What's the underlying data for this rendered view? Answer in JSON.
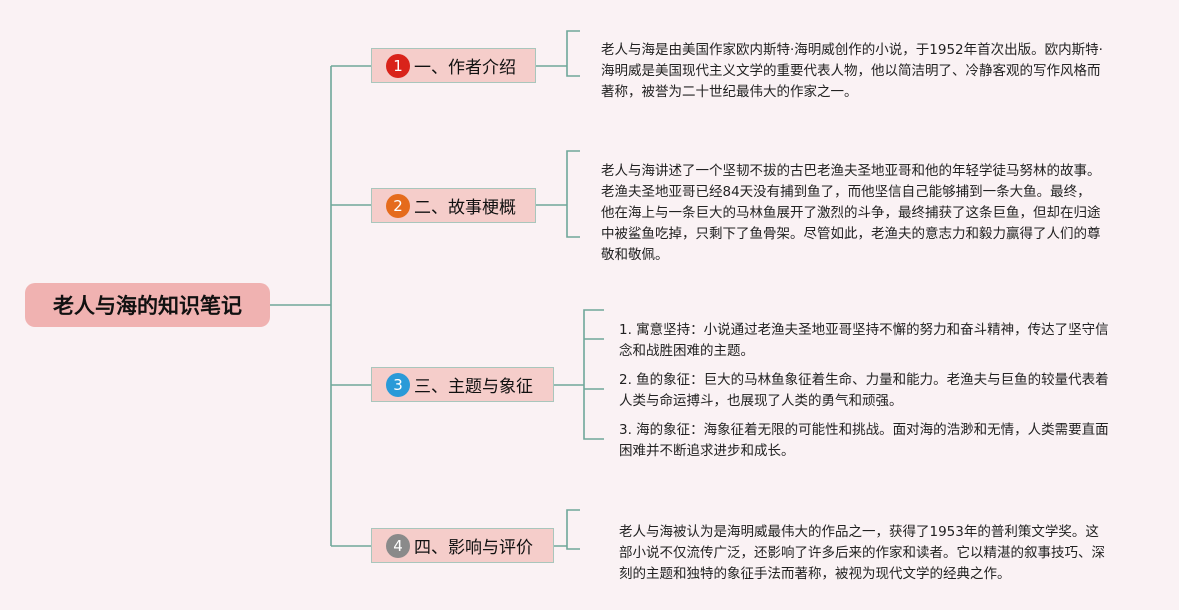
{
  "root": {
    "title": "老人与海的知识笔记"
  },
  "sections": [
    {
      "number": "1",
      "label": "一、作者介绍",
      "color": "#d9231a",
      "text": "老人与海是由美国作家欧内斯特·海明威创作的小说，于1952年首次出版。欧内斯特·海明威是美国现代主义文学的重要代表人物，他以简洁明了、冷静客观的写作风格而著称，被誉为二十世纪最伟大的作家之一。"
    },
    {
      "number": "2",
      "label": "二、故事梗概",
      "color": "#e56b1c",
      "text": "老人与海讲述了一个坚韧不拔的古巴老渔夫圣地亚哥和他的年轻学徒马努林的故事。老渔夫圣地亚哥已经84天没有捕到鱼了，而他坚信自己能够捕到一条大鱼。最终，他在海上与一条巨大的马林鱼展开了激烈的斗争，最终捕获了这条巨鱼，但却在归途中被鲨鱼吃掉，只剩下了鱼骨架。尽管如此，老渔夫的意志力和毅力赢得了人们的尊敬和敬佩。"
    },
    {
      "number": "3",
      "label": "三、主题与象征",
      "color": "#2a9ad8",
      "items": [
        "1. 寓意坚持：小说通过老渔夫圣地亚哥坚持不懈的努力和奋斗精神，传达了坚守信念和战胜困难的主题。",
        "2. 鱼的象征：巨大的马林鱼象征着生命、力量和能力。老渔夫与巨鱼的较量代表着人类与命运搏斗，也展现了人类的勇气和顽强。",
        "3. 海的象征：海象征着无限的可能性和挑战。面对海的浩渺和无情，人类需要直面困难并不断追求进步和成长。"
      ]
    },
    {
      "number": "4",
      "label": "四、影响与评价",
      "color": "#8a8a8a",
      "text": "老人与海被认为是海明威最伟大的作品之一，获得了1953年的普利策文学奖。这部小说不仅流传广泛，还影响了许多后来的作家和读者。它以精湛的叙事技巧、深刻的主题和独特的象征手法而著称，被视为现代文学的经典之作。"
    }
  ]
}
